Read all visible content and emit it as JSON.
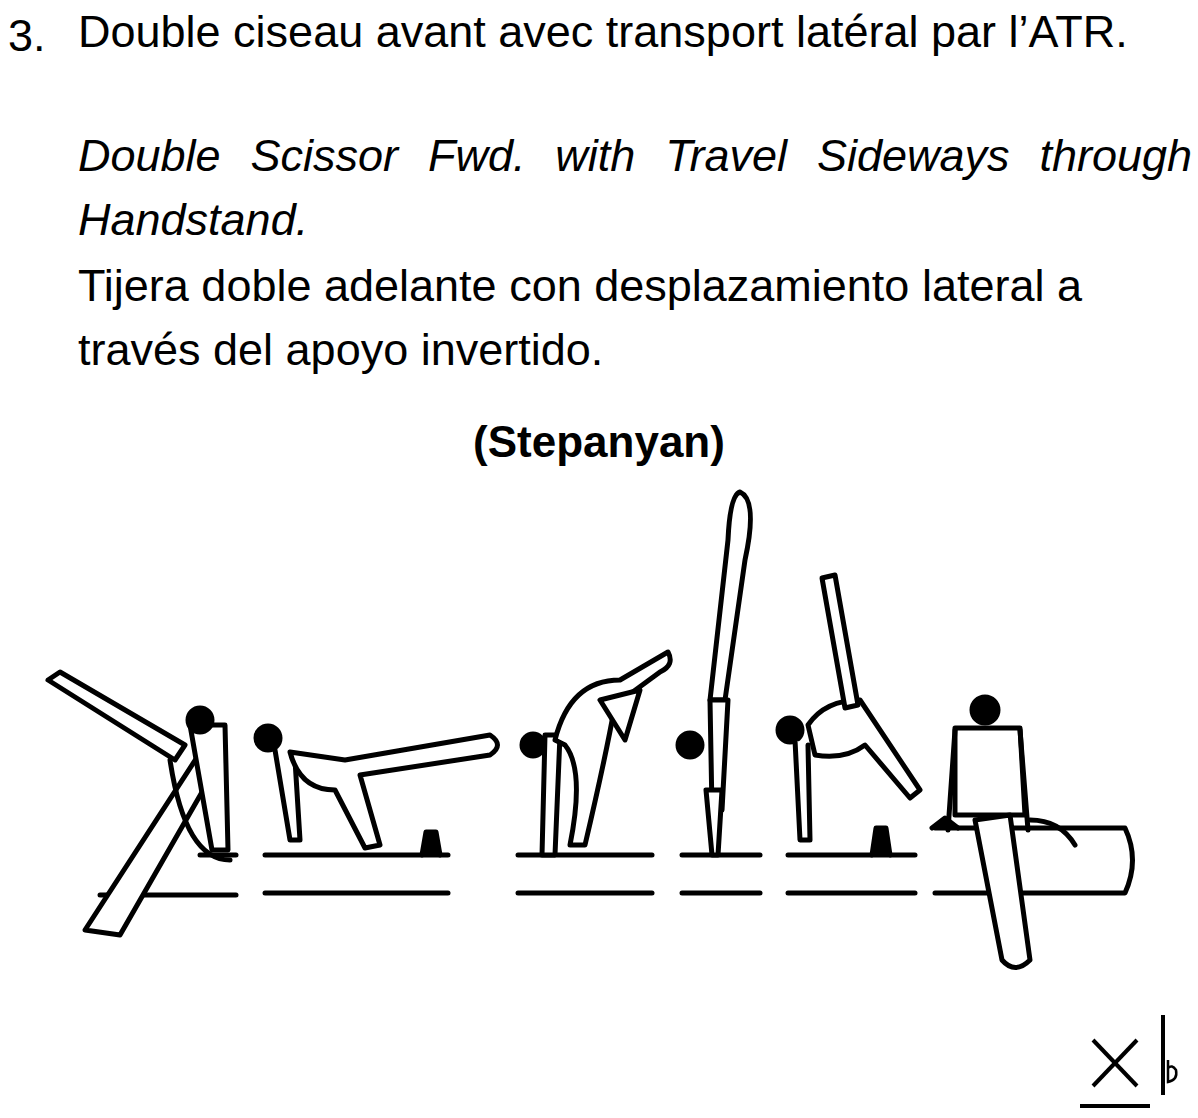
{
  "diagram": {
    "labels": [
      "3.",
      "Double ciseau avant avec transport latéral par l’ATR.",
      "Double Scissor Fwd. with Travel Sideways through Handstand.",
      "Tijera doble adelante con desplazamiento lateral a través del apoyo invertido.",
      "(Stepanyan)"
    ]
  }
}
